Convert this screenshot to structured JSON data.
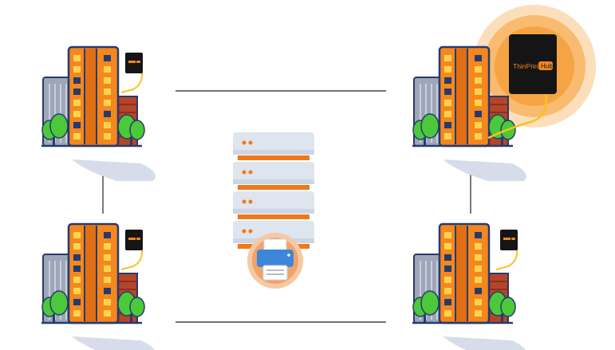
{
  "hub_device": {
    "brand_text": "ThinPrint",
    "badge_text": "Hub"
  },
  "sites": [
    {
      "id": "top-left",
      "hub_size": "small"
    },
    {
      "id": "top-right",
      "hub_size": "large",
      "highlighted": true
    },
    {
      "id": "bottom-left",
      "hub_size": "small"
    },
    {
      "id": "bottom-right",
      "hub_size": "small"
    }
  ],
  "central": {
    "server_unit_count": 4,
    "icon": "printer-icon"
  },
  "colors": {
    "building_orange": "#f5871f",
    "building_dark_orange": "#c8650f",
    "window_yellow": "#fcd34d",
    "window_navy": "#253b6e",
    "grey_building": "#9ea6b8",
    "brick": "#b5452a",
    "tree_green": "#4cc93a",
    "hub_black": "#151515",
    "cable_yellow": "#f7c221",
    "server_body": "#dfe5ef",
    "server_stripe": "#f07818",
    "printer_blue": "#3e86d9",
    "glow_orange": "#f7a74a",
    "line_dark": "#222222",
    "shadow": "#d7dcea"
  }
}
